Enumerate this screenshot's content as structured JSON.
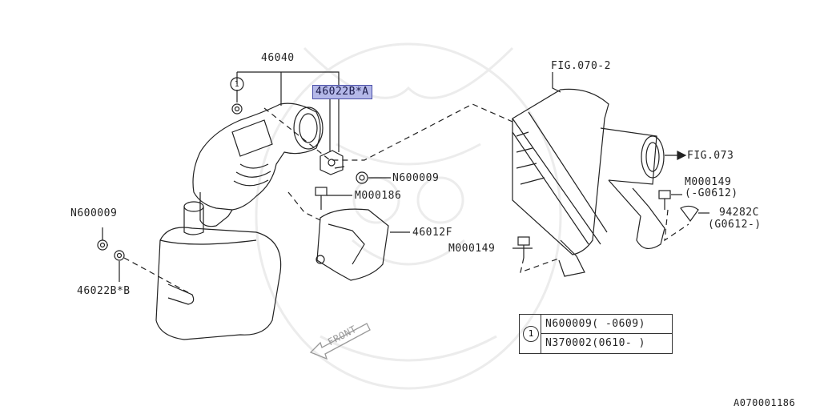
{
  "labels": {
    "hose_assembly": "46040",
    "highlighted_part": "46022B*A",
    "figure_ref_top": "FIG.070-2",
    "figure_ref_side": "FIG.073",
    "nut_center": "N600009",
    "bolt_center": "M000186",
    "bracket": "46012F",
    "nut_left": "N600009",
    "clip_left": "46022B*B",
    "bolt_right": "M000149",
    "bolt_right_range": "(-G0612)",
    "clip_right": "94282C",
    "clip_right_range": "(G0612-)",
    "bolt_lower": "M000149",
    "front_arrow": "FRONT",
    "callout_circle": "1",
    "illustration_id": "A070001186"
  },
  "note_table": {
    "ref": "1",
    "rows": [
      "N600009( -0609)",
      "N370002(0610- )"
    ]
  },
  "colors": {
    "line": "#222222",
    "highlight_fill": "#b4b8e8",
    "highlight_border": "#4a4fa8",
    "watermark": "#ececec"
  }
}
